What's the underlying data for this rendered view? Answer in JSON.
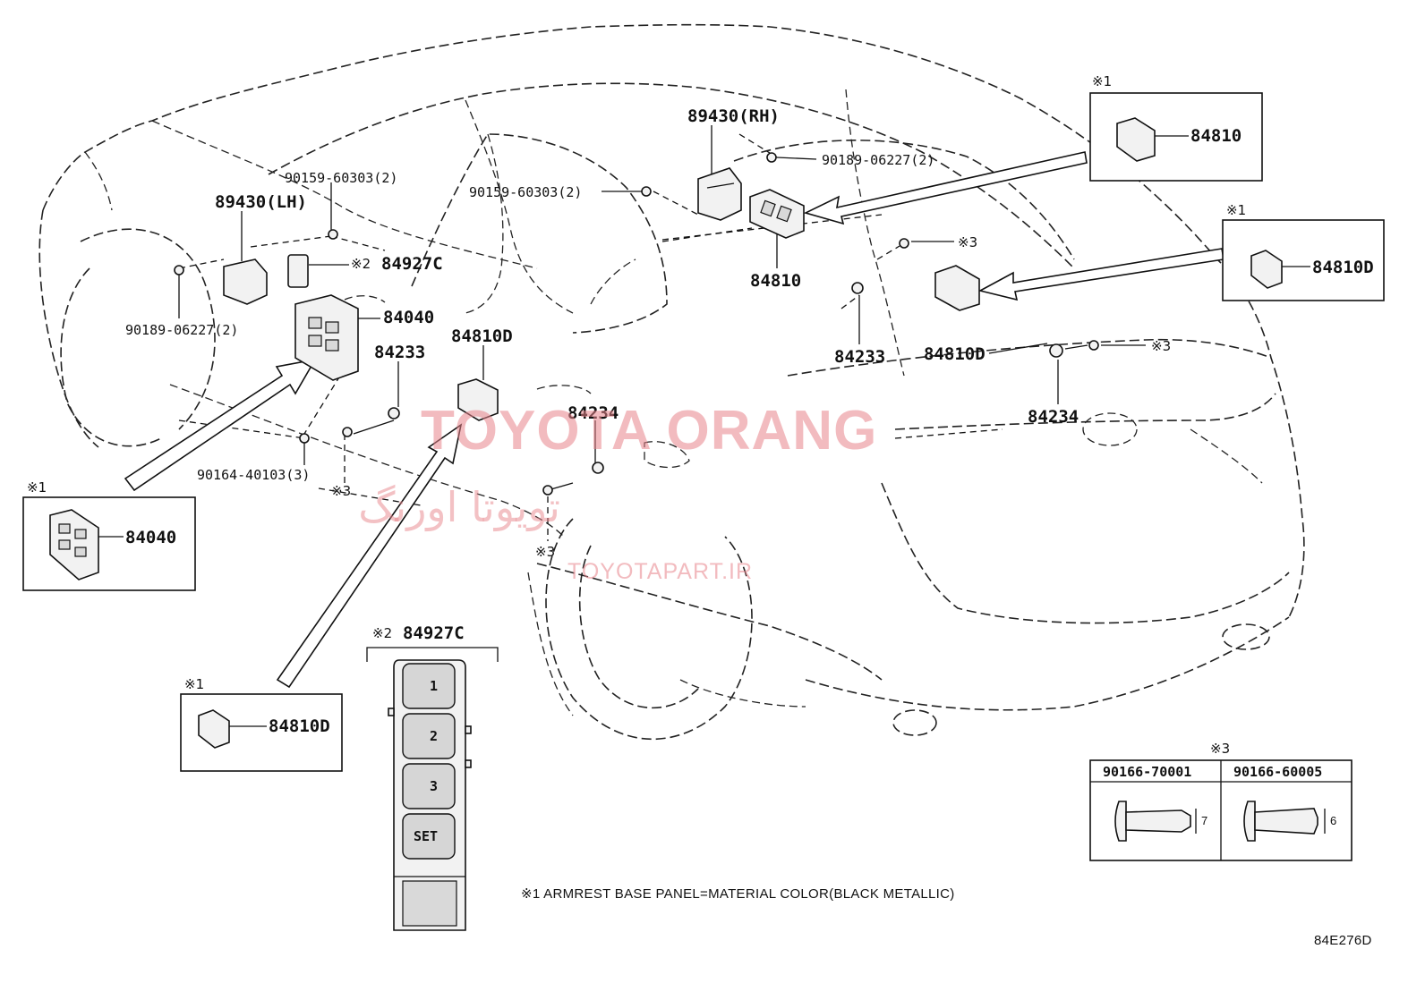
{
  "callouts": {
    "c89430rh": "89430(RH)",
    "c90189rh": "90189-06227(2)",
    "c90159rh": "90159-60303(2)",
    "c84810main": "84810",
    "c90159lh": "90159-60303(2)",
    "c89430lh": "89430(LH)",
    "c84927c": "84927C",
    "c90189lh": "90189-06227(2)",
    "c84040": "84040",
    "c84233l": "84233",
    "c84810dmid": "84810D",
    "c90164": "90164-40103(3)",
    "c84234l": "84234",
    "c84233r": "84233",
    "c84810dr": "84810D",
    "c84234r": "84234"
  },
  "marks": {
    "note1": "※1",
    "note2": "※2",
    "note3": "※3"
  },
  "insets": {
    "i84810": "84810",
    "i84810d_r": "84810D",
    "i84040": "84040",
    "i84810d_l": "84810D",
    "i84927c": "84927C"
  },
  "switch_buttons": [
    "1",
    "2",
    "3",
    "SET"
  ],
  "clip_table": {
    "col1": "90166-70001",
    "col2": "90166-60005",
    "dim1": "7",
    "dim2": "6"
  },
  "footnote": "※1  ARMREST BASE PANEL=MATERIAL COLOR(BLACK METALLIC)",
  "diagram_code": "84E276D",
  "watermark": {
    "brand": "TOYOTA ORANG",
    "persian": "تویوتا اورنگ",
    "url": "TOYOTAPART.IR"
  }
}
